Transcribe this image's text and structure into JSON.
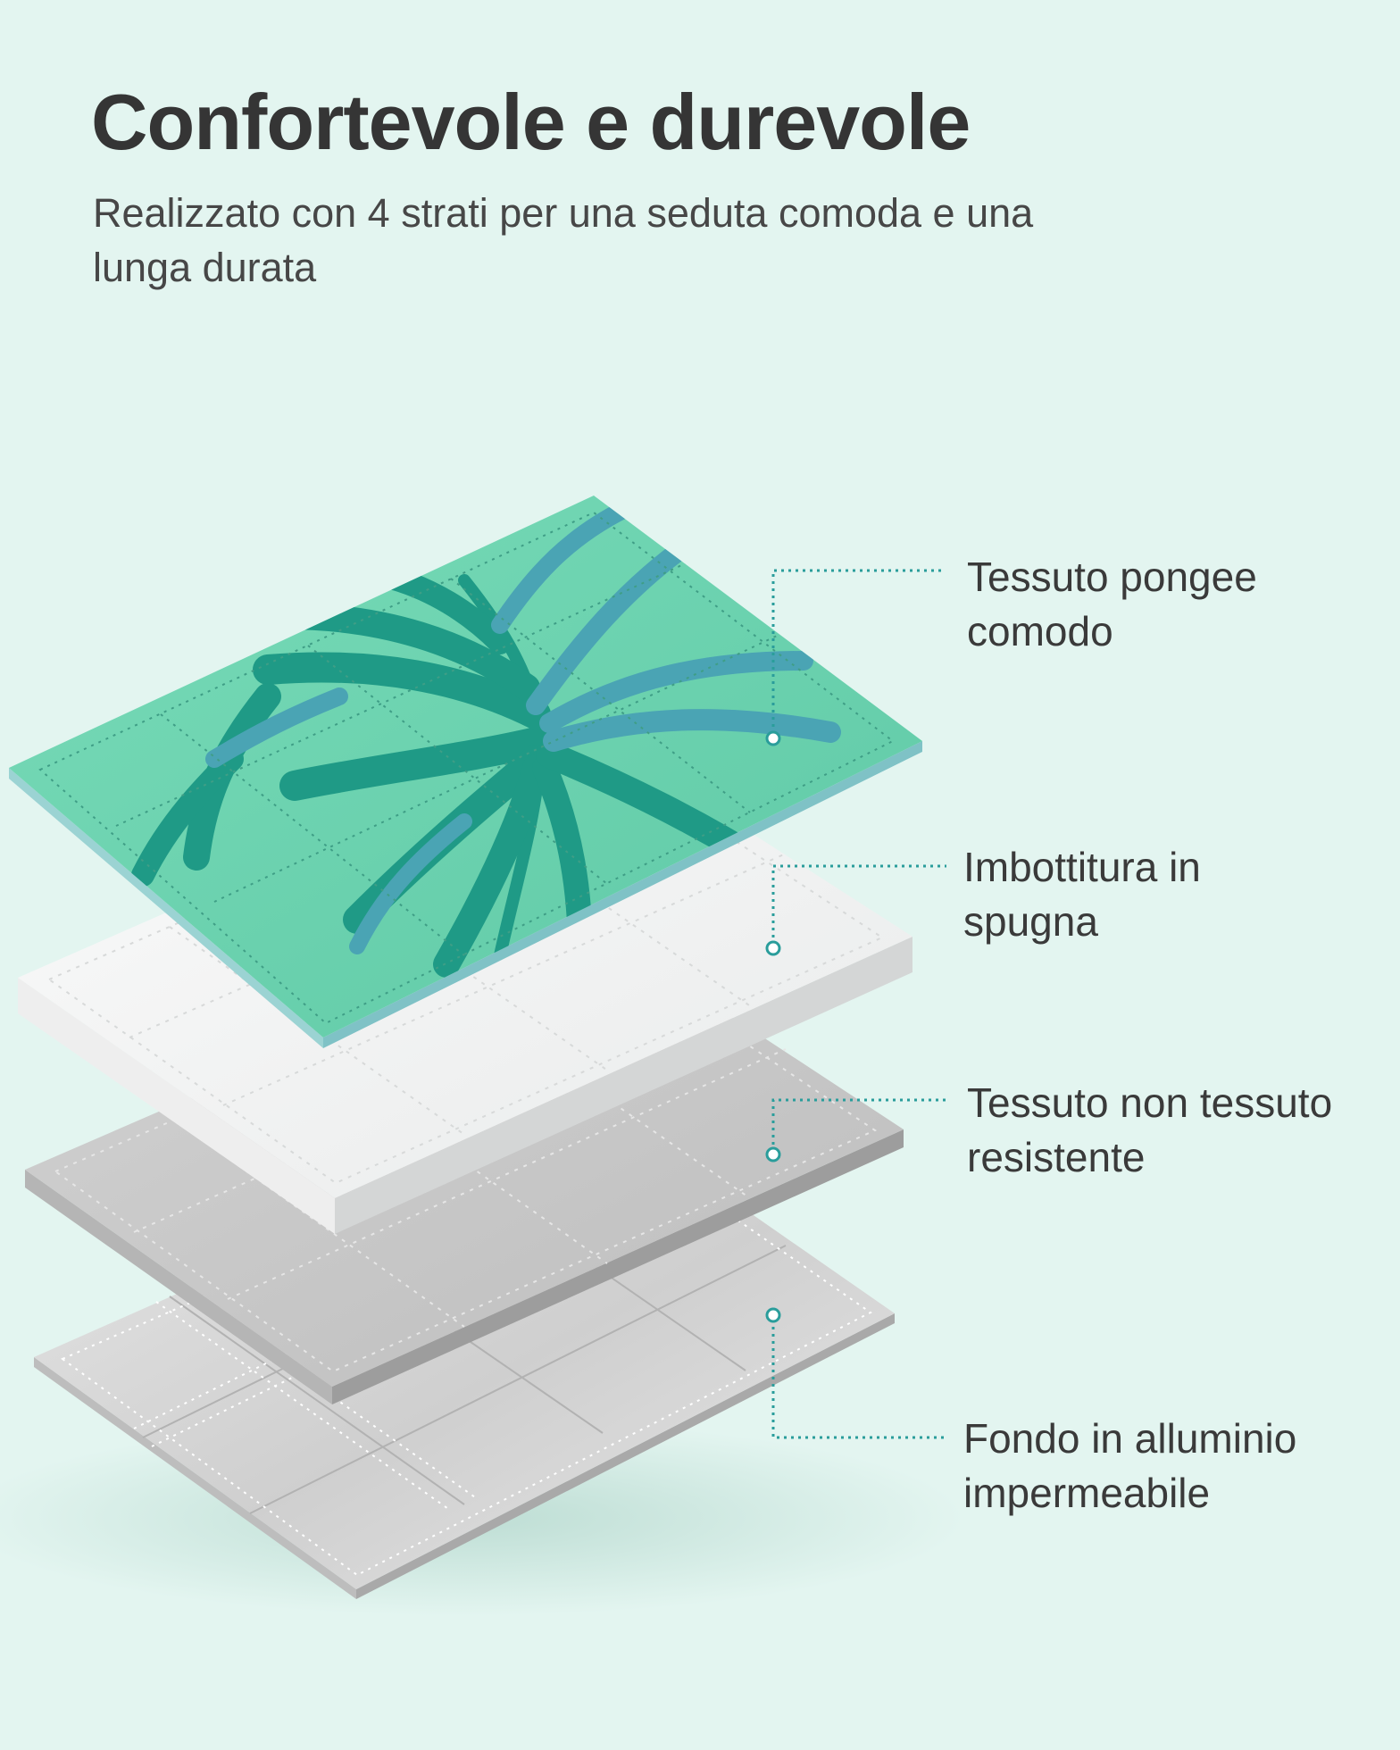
{
  "header": {
    "title": "Confortevole e durevole",
    "subtitle": "Realizzato con 4 strati per una seduta comoda e una lunga durata"
  },
  "layers": [
    {
      "line1": "Tessuto pongee",
      "line2": "comodo",
      "layer": "pongee-fabric"
    },
    {
      "line1": "Imbottitura in",
      "line2": "spugna",
      "layer": "sponge-padding"
    },
    {
      "line1": "Tessuto non tessuto",
      "line2": "resistente",
      "layer": "non-woven-fabric"
    },
    {
      "line1": "Fondo in alluminio",
      "line2": "impermeabile",
      "layer": "aluminum-base"
    }
  ],
  "colors": {
    "background": "#e3f5f0",
    "leader_line": "#2a9d9b",
    "top_fabric": "#6cd3b0",
    "leaf_dark": "#1f9a86",
    "leaf_blue": "#4aa4b4",
    "foam": "#f4f5f5",
    "non_woven": "#cdcdcd",
    "aluminum": "#dadada"
  }
}
